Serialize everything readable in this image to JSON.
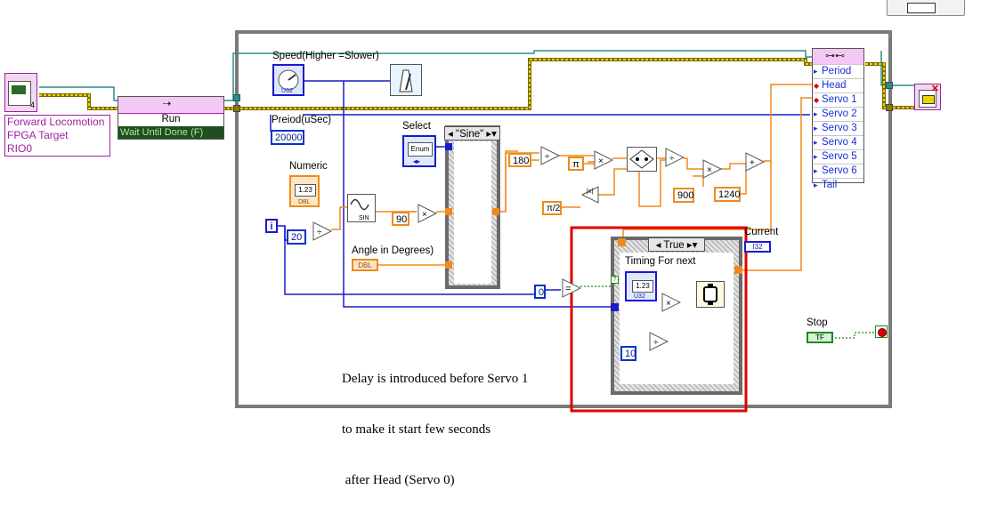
{
  "fpga": {
    "target_lines": [
      "Forward Locomotion",
      "FPGA Target",
      "RIO0"
    ],
    "ref_number": "4",
    "run_label": "Run",
    "wait_label": "Wait Until Done (F)"
  },
  "loop": {
    "speed_label": "Speed(Higher =Slower)",
    "speed_type": "U32",
    "period_label": "Preiod(uSec)",
    "period_value": "20000",
    "select_label": "Select",
    "select_type": "Enum",
    "numeric_label": "Numeric",
    "numeric_display": "1.23",
    "numeric_type": "DBL",
    "iter_label": "i",
    "const_20": "20",
    "sin_label": "SIN",
    "const_90": "90",
    "case_selector": "\"Sine\"",
    "angle_label": "Angle in Degrees)",
    "angle_type": "DBL",
    "const_180": "180",
    "pi_label": "π",
    "pi2_label": "π/2",
    "abs_label": "|x|",
    "const_900": "900",
    "const_1240": "1240",
    "const_0": "0",
    "current_label": "Current",
    "current_type": "I32",
    "stop_label": "Stop",
    "stop_type": "TF"
  },
  "inner_case": {
    "selector": "True",
    "timing_label": "Timing For next",
    "timing_display": "1.23",
    "timing_type": "U32",
    "const_10": "10"
  },
  "write_node": {
    "items": [
      "Period",
      "Head",
      "Servo 1",
      "Servo 2",
      "Servo 3",
      "Servo 4",
      "Servo 5",
      "Servo 6",
      "Tail"
    ]
  },
  "note": {
    "lines": [
      "Delay is introduced before Servo 1",
      "to make it start few seconds",
      " after Head (Servo 0)"
    ]
  },
  "colors": {
    "orange_wire": "#f08a1c",
    "blue_wire": "#1a1acc",
    "teal_wire": "#2e8b8b",
    "error_wire": "#c8b400",
    "highlight": "#e00000",
    "fpga_purple": "#a020a0"
  }
}
